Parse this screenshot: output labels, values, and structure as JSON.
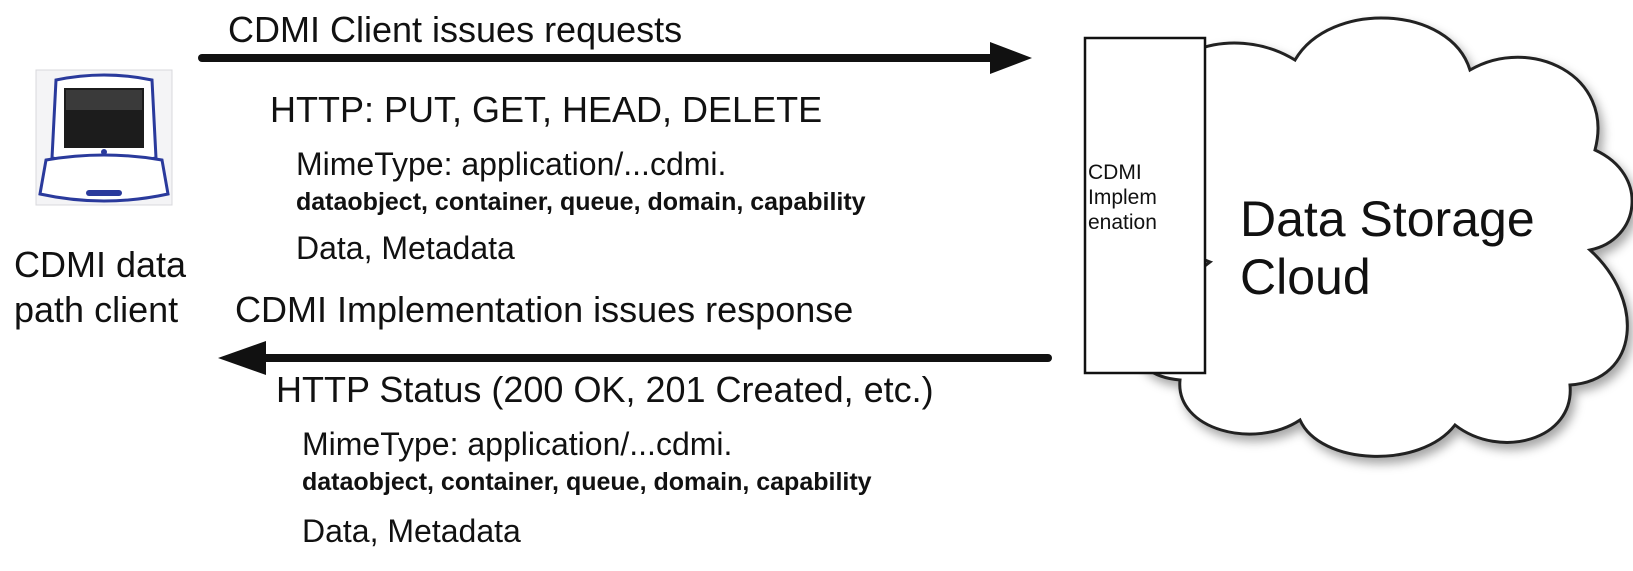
{
  "client": {
    "label_line1": "CDMI data",
    "label_line2": "path client",
    "icon": "laptop-icon"
  },
  "request": {
    "title": "CDMI Client issues requests",
    "methods": "HTTP: PUT, GET, HEAD, DELETE",
    "mimetype": "MimeType: application/...cdmi.",
    "types": "dataobject, container, queue, domain, capability",
    "payload": "Data, Metadata"
  },
  "response": {
    "title": "CDMI Implementation issues response",
    "status": "HTTP Status (200 OK, 201 Created, etc.)",
    "mimetype": "MimeType: application/...cdmi.",
    "types": "dataobject, container, queue, domain, capability",
    "payload": "Data, Metadata"
  },
  "implementation": {
    "line1": "CDMI",
    "line2": "Implem",
    "line3": "enation"
  },
  "cloud": {
    "line1": "Data Storage",
    "line2": "Cloud"
  },
  "colors": {
    "arrow": "#111111",
    "laptop_blue": "#2a3a9c",
    "screen": "#1c1c1c"
  }
}
